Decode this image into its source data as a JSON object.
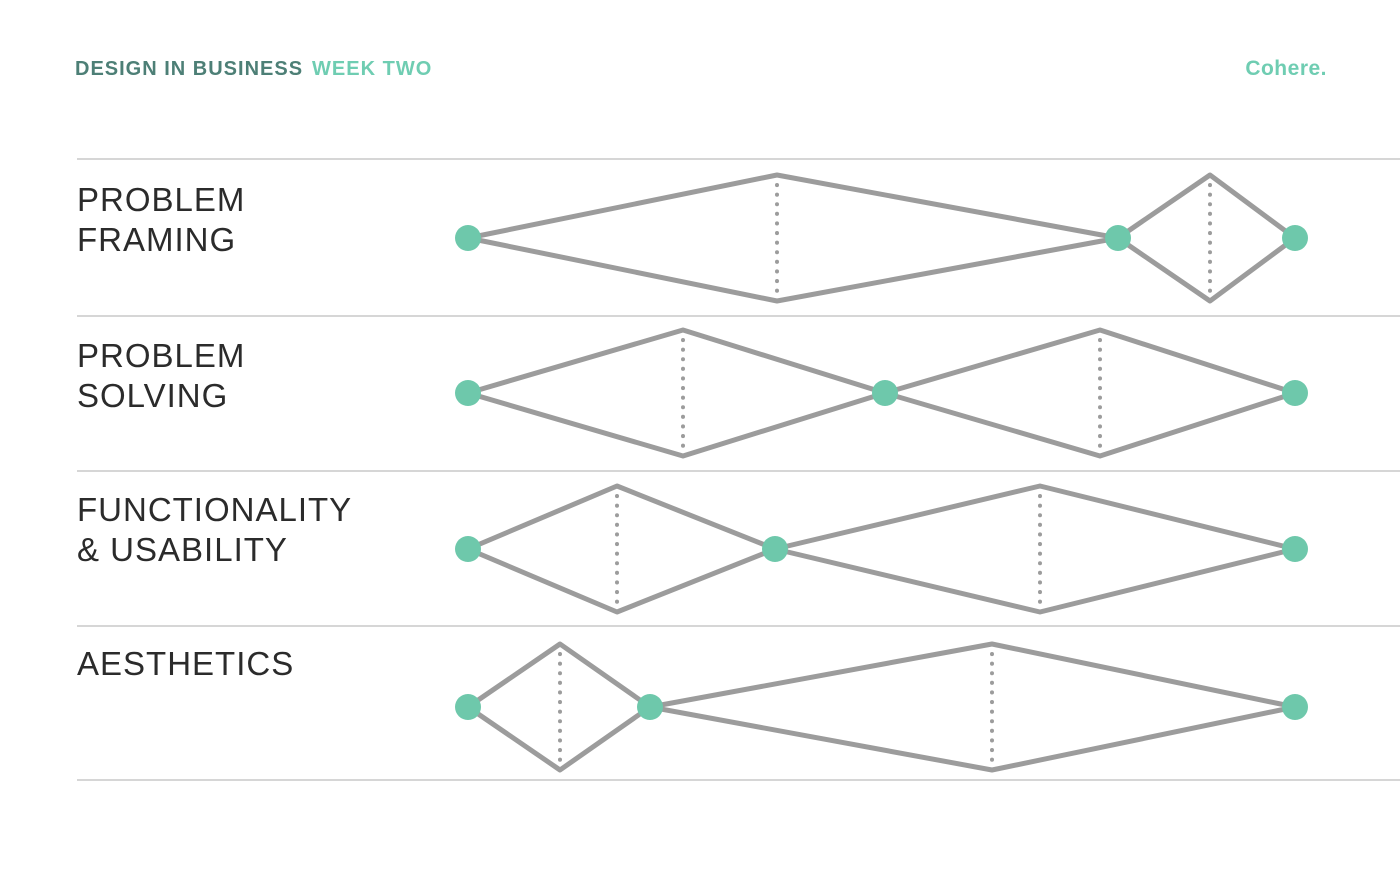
{
  "header": {
    "title_primary": "DESIGN IN BUSINESS",
    "title_secondary": "WEEK TWO",
    "brand": "Cohere."
  },
  "colors": {
    "title_primary": "#4d7f76",
    "accent_mint": "#6fcdb2",
    "node": "#6ec8ab",
    "diamond_line": "#9c9c9c",
    "dotted_line": "#9c9c9c",
    "divider": "#c8c8c8",
    "label_text": "#2b2b2b",
    "background": "#ffffff"
  },
  "diagram": {
    "type": "double-diamond-timeline",
    "x_range": [
      0,
      1400
    ],
    "divider_x_start": 77,
    "dividers_y": [
      159,
      316,
      471,
      626,
      780
    ],
    "diamond_half_height": 63,
    "node_radius": 13,
    "stroke_width": 5,
    "rows": [
      {
        "label_lines": [
          "PROBLEM",
          "FRAMING"
        ],
        "center_y": 238,
        "nodes_x": [
          468,
          1118,
          1295
        ],
        "peaks_x": [
          777,
          1210
        ]
      },
      {
        "label_lines": [
          "PROBLEM",
          "SOLVING"
        ],
        "center_y": 393,
        "nodes_x": [
          468,
          885,
          1295
        ],
        "peaks_x": [
          683,
          1100
        ]
      },
      {
        "label_lines": [
          "FUNCTIONALITY",
          "& USABILITY"
        ],
        "center_y": 549,
        "nodes_x": [
          468,
          775,
          1295
        ],
        "peaks_x": [
          617,
          1040
        ]
      },
      {
        "label_lines": [
          "AESTHETICS"
        ],
        "center_y": 707,
        "nodes_x": [
          468,
          650,
          1295
        ],
        "peaks_x": [
          560,
          992
        ]
      }
    ]
  }
}
